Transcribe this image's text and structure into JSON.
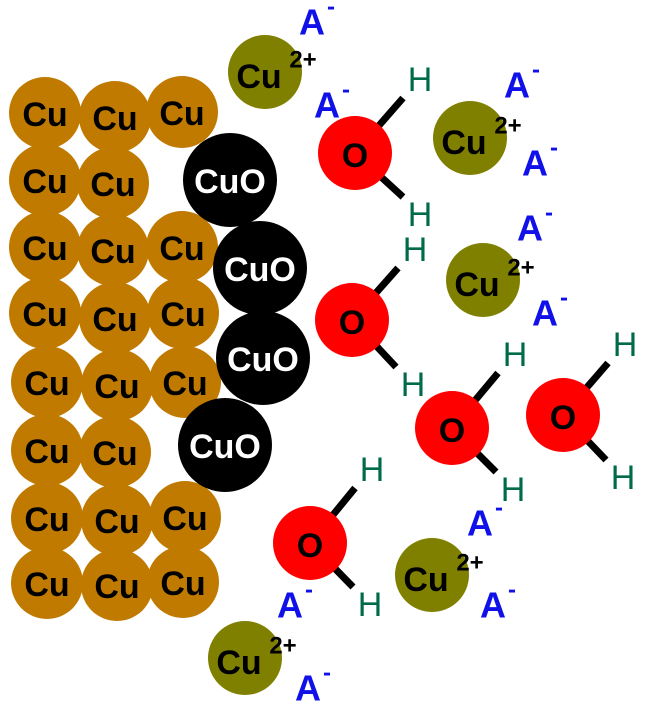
{
  "labels": {
    "copper": "Cu",
    "copper_oxide": "CuO",
    "copper_ion": "Cu",
    "copper_ion_charge": "2+",
    "oxygen": "O",
    "hydrogen": "H",
    "anion": "A",
    "anion_charge": "-"
  },
  "colors": {
    "copper": "#C07A00",
    "copper_oxide": "#000000",
    "copper_ion": "#808000",
    "oxygen": "#FF0000",
    "hydrogen_text": "#006B4A",
    "anion_text": "#1010E8"
  }
}
